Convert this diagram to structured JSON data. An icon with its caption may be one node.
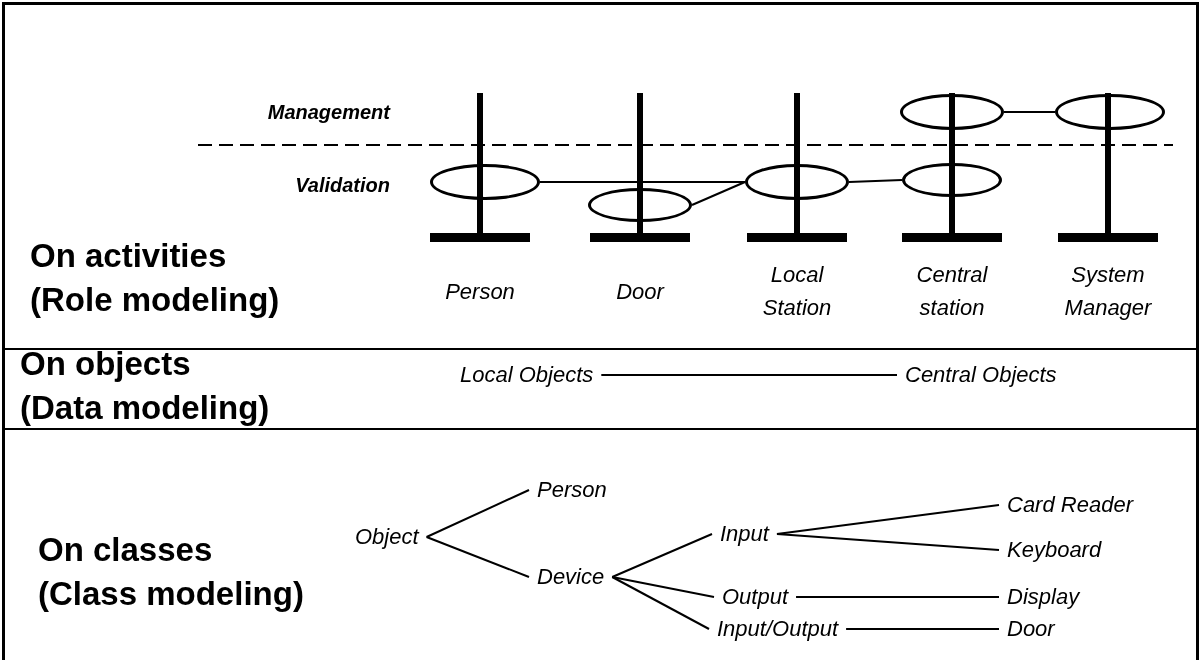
{
  "diagram": {
    "nodes": [
      {
        "text": [
          "Person"
        ]
      },
      {
        "text": [
          "Door"
        ]
      },
      {
        "text": [
          "Local Station"
        ]
      },
      {
        "text": [
          "Central station"
        ]
      },
      {
        "text": [
          "System Manager"
        ]
      },
      {
        "text": [],
        "shape": "ellipse",
        "in": 3
      },
      {
        "text": [],
        "shape": "ellipse",
        "in": 4
      },
      {
        "text": [],
        "shape": "ellipse",
        "in": 0
      },
      {
        "text": [],
        "shape": "ellipse",
        "in": 1
      },
      {
        "text": [],
        "shape": "ellipse",
        "in": 2
      },
      {
        "text": [],
        "shape": "ellipse",
        "in": 3
      },
      {
        "text": [
          "Local Objects"
        ]
      },
      {
        "text": [
          "Central Objects"
        ]
      },
      {
        "text": [
          "Object"
        ]
      },
      {
        "text": [
          "Person"
        ]
      },
      {
        "text": [
          "Device"
        ]
      },
      {
        "text": [
          "Input"
        ]
      },
      {
        "text": [
          "Card Reader"
        ]
      },
      {
        "text": [
          "Keyboard"
        ]
      },
      {
        "text": [
          "Output"
        ]
      },
      {
        "text": [
          "Display"
        ]
      },
      {
        "text": [
          "Input/Output"
        ]
      },
      {
        "text": [
          "Door"
        ]
      }
    ],
    "edges": [
      {
        "from": 5,
        "to": 6,
        "arrow": "none"
      },
      {
        "from": 7,
        "to": 9,
        "arrow": "none"
      },
      {
        "from": 8,
        "to": 9,
        "arrow": "none"
      },
      {
        "from": 9,
        "to": 10,
        "arrow": "none"
      },
      {
        "from": 11,
        "to": 12,
        "arrow": "none"
      },
      {
        "from": 13,
        "to": 14,
        "arrow": "none"
      },
      {
        "from": 13,
        "to": 15,
        "arrow": "none"
      },
      {
        "from": 15,
        "to": 16,
        "arrow": "none"
      },
      {
        "from": 15,
        "to": 19,
        "arrow": "none"
      },
      {
        "from": 15,
        "to": 21,
        "arrow": "none"
      },
      {
        "from": 16,
        "to": 17,
        "arrow": "none"
      },
      {
        "from": 16,
        "to": 18,
        "arrow": "none"
      },
      {
        "from": 19,
        "to": 20,
        "arrow": "none"
      },
      {
        "from": 21,
        "to": 22,
        "arrow": "none"
      }
    ],
    "labels": [
      "Management",
      "Validation",
      "On activities (Role modeling)",
      "On objects (Data modeling)",
      "On classes (Class modeling)"
    ]
  }
}
